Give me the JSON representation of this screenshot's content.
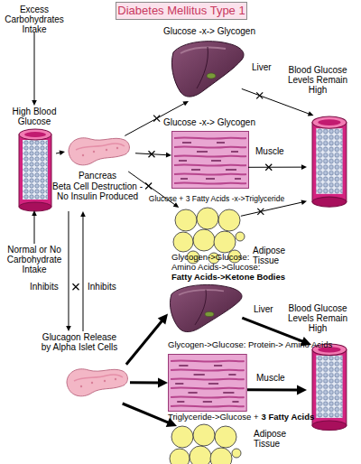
{
  "diagram": {
    "title": "Diabetes Mellitus Type 1",
    "nodes": [
      {
        "text": [
          "Excess Carbohydrates Intake"
        ]
      },
      {
        "text": [
          "High Blood Glucose"
        ]
      },
      {
        "text": [
          "Pancreas",
          "Beta Cell Destruction - No Insulin Produced"
        ]
      },
      {
        "text": [
          "Glucose -x-> Glycogen",
          "Liver"
        ]
      },
      {
        "text": [
          "Glucose -x-> Glycogen",
          "Muscle"
        ]
      },
      {
        "text": [
          "Glucose + 3 Fatty Acids -x->Triglyceride",
          "Adipose Tissue"
        ]
      },
      {
        "text": [
          "Blood Glucose Levels Remain High"
        ]
      },
      {
        "text": [
          "Normal or No Carbohydrate Intake"
        ]
      },
      {
        "text": [
          "Glucagon Release by Alpha Islet Cells"
        ]
      },
      {
        "text": [
          "Glycogen->Glucose:",
          "Amino Acids->Glucose:",
          "Fatty Acids->Ketone Bodies",
          "Liver"
        ]
      },
      {
        "text": [
          "Glycogen->Glucose: Protein-> Amino Acids",
          "Muscle"
        ]
      },
      {
        "text": [
          "Triglyceride->Glucose +",
          "3 Fatty Acids",
          "Adipose Tissue"
        ]
      },
      {
        "text": [
          "Blood Glucose Levels Remain High"
        ]
      }
    ],
    "edges": [
      {
        "from": 0,
        "to": 1,
        "arrow": "to"
      },
      {
        "from": 7,
        "to": 1,
        "arrow": "to"
      },
      {
        "from": 1,
        "to": 2,
        "arrow": "to"
      },
      {
        "from": 2,
        "to": 3,
        "arrow": "to"
      },
      {
        "from": 2,
        "to": 4,
        "arrow": "to"
      },
      {
        "from": 2,
        "to": 5,
        "arrow": "to"
      },
      {
        "from": 3,
        "to": 6,
        "arrow": "to"
      },
      {
        "from": 4,
        "to": 6,
        "arrow": "to"
      },
      {
        "from": 5,
        "to": 6,
        "arrow": "to"
      },
      {
        "from": 2,
        "to": 8,
        "label": "Inhibits",
        "arrow": "to"
      },
      {
        "from": 8,
        "to": 2,
        "label": "Inhibits",
        "arrow": "to"
      },
      {
        "from": 8,
        "to": 9,
        "arrow": "to"
      },
      {
        "from": 8,
        "to": 10,
        "arrow": "to"
      },
      {
        "from": 8,
        "to": 11,
        "arrow": "to"
      },
      {
        "from": 9,
        "to": 12,
        "arrow": "to"
      },
      {
        "from": 10,
        "to": 12,
        "arrow": "to"
      }
    ]
  }
}
